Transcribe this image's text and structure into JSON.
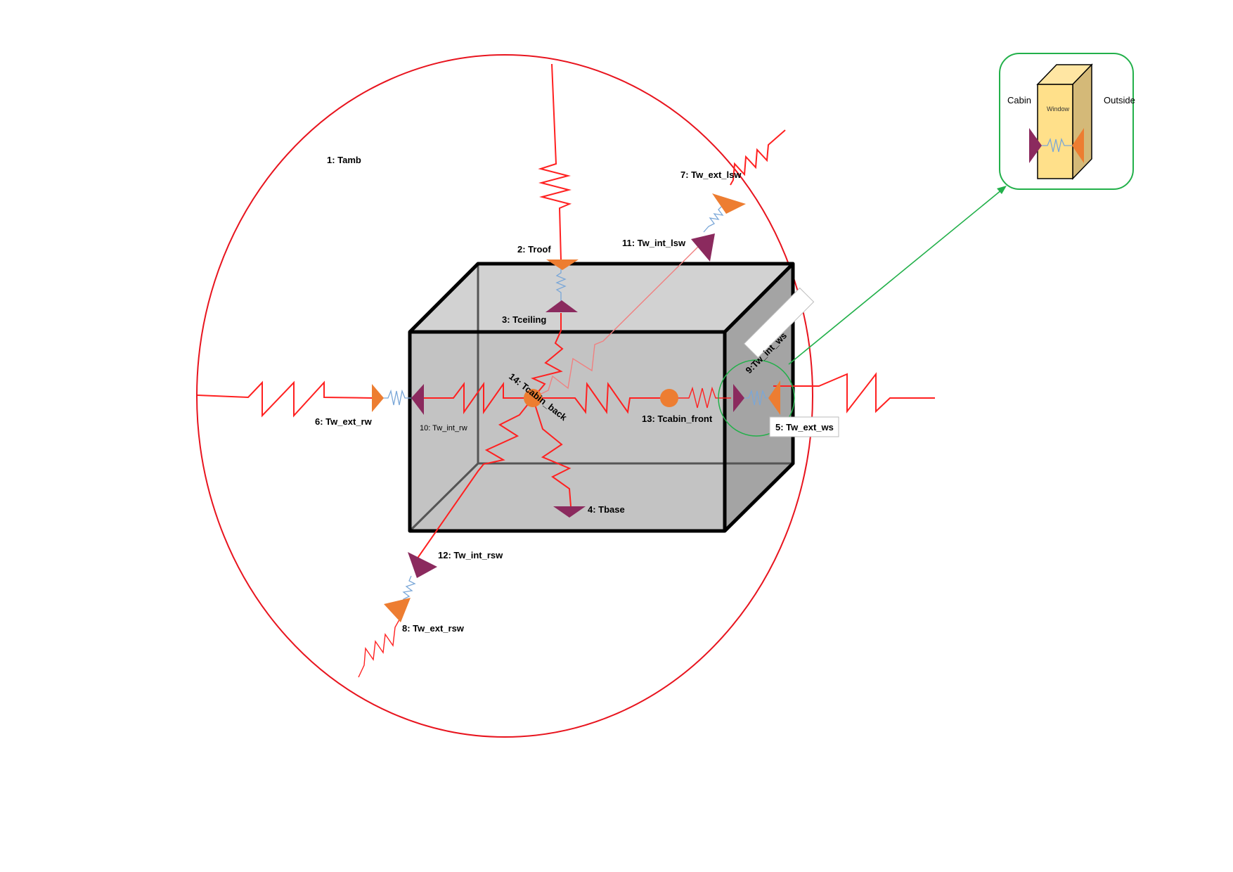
{
  "diagram": {
    "nodes": {
      "tamb": "1: Tamb",
      "troof": "2: Troof",
      "tceiling": "3: Tceiling",
      "tbase": "4: Tbase",
      "tw_ext_ws": "5: Tw_ext_ws",
      "tw_ext_rw": "6: Tw_ext_rw",
      "tw_ext_lsw": "7: Tw_ext_lsw",
      "tw_ext_rsw": "8: Tw_ext_rsw",
      "tw_int_ws": "9:Tw_int_ws",
      "tw_int_rw": "10: Tw_int_rw",
      "tw_int_lsw": "11: Tw_int_lsw",
      "tw_int_rsw": "12: Tw_int_rsw",
      "tcabin_front": "13: Tcabin_front",
      "tcabin_back": "14: Tcabin_back"
    },
    "inset": {
      "cabin_label": "Cabin",
      "window_label": "Window",
      "outside_label": "Outside"
    },
    "colors": {
      "resistor": "#ff2020",
      "ambient_ellipse": "#e8141e",
      "exterior_wall_node": "#ed7d31",
      "interior_wall_node": "#8b2a5e",
      "conduction": "#7aa7d8",
      "callout": "#22b04a",
      "cabin_box_fill": "#c3c3c3",
      "window_fill": "#ffe08a"
    }
  }
}
